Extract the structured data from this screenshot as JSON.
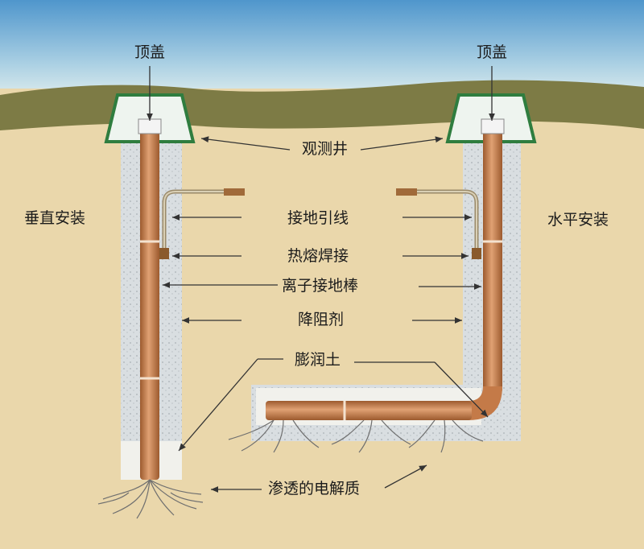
{
  "labels": {
    "cap_left": "顶盖",
    "cap_right": "顶盖",
    "inspection_well": "观测井",
    "vertical_install": "垂直安装",
    "horizontal_install": "水平安装",
    "ground_lead": "接地引线",
    "thermite_weld": "热熔焊接",
    "ion_rod": "离子接地棒",
    "resistance_reducer": "降阻剂",
    "bentonite": "膨润土",
    "electrolyte": "渗透的电解质"
  },
  "colors": {
    "sky_top": "#5fa4d4",
    "sky_bottom": "#e6f1ee",
    "grass": "#7a7a44",
    "soil": "#e9d6aa",
    "backfill": "#d7dde0",
    "bentonite": "#efefe9",
    "rod": "#c9804e",
    "well": "#eef3ee",
    "well_border": "#2e7d3e"
  }
}
